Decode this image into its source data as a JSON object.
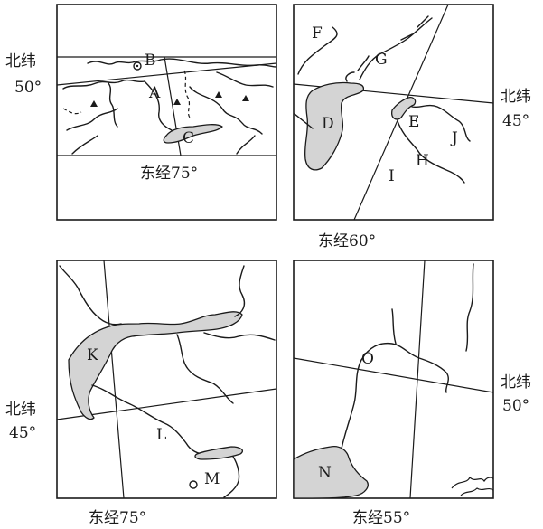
{
  "panels": {
    "top_left": {
      "lat_word": "北纬",
      "lat_deg": "50°",
      "lon": "东经75°",
      "labels": {
        "a": "A",
        "b": "B",
        "c": "C"
      }
    },
    "top_right": {
      "lat_word": "北纬",
      "lat_deg": "45°",
      "lon": "东经60°",
      "labels": {
        "d": "D",
        "e": "E",
        "f": "F",
        "g": "G",
        "h": "H",
        "i": "I",
        "j": "J"
      }
    },
    "bottom_left": {
      "lat_word": "北纬",
      "lat_deg": "45°",
      "lon": "东经75°",
      "labels": {
        "k": "K",
        "l": "L",
        "m": "M"
      }
    },
    "bottom_right": {
      "lat_word": "北纬",
      "lat_deg": "50°",
      "lon": "东经55°",
      "labels": {
        "n": "N",
        "o": "O"
      }
    }
  },
  "colors": {
    "ink": "#1a1a1a",
    "water_fill": "#d4d4d4",
    "background": "#ffffff"
  }
}
